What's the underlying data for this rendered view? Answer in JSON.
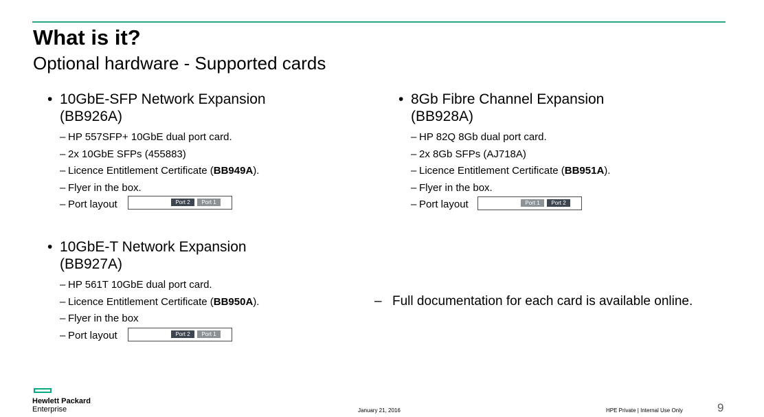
{
  "slide": {
    "title": "What is it?",
    "subtitle": "Optional hardware - Supported cards",
    "bullet_glyph": "•",
    "dash_glyph": "–",
    "note": "Full documentation for each card is available online."
  },
  "cards": [
    {
      "name_line1": "10GbE-SFP Network Expansion",
      "name_line2": "(BB926A)",
      "items": [
        {
          "text": "HP 557SFP+ 10GbE dual port card."
        },
        {
          "text": "2x 10GbE SFPs (455883)"
        },
        {
          "prefix": "Licence Entitlement Certificate (",
          "bold": "BB949A",
          "suffix": ")."
        },
        {
          "text": "Flyer in the box."
        }
      ],
      "port_label": "Port layout",
      "ports": [
        "Port 2",
        "Port 1"
      ]
    },
    {
      "name_line1": "8Gb Fibre Channel Expansion",
      "name_line2": "(BB928A)",
      "items": [
        {
          "text": "HP 82Q 8Gb dual port card."
        },
        {
          "text": "2x 8Gb SFPs (AJ718A)"
        },
        {
          "prefix": "Licence Entitlement Certificate (",
          "bold": "BB951A",
          "suffix": ")."
        },
        {
          "text": "Flyer in the box."
        }
      ],
      "port_label": "Port layout",
      "ports": [
        "Port 1",
        "Port 2"
      ]
    },
    {
      "name_line1": "10GbE-T Network Expansion",
      "name_line2": "(BB927A)",
      "items": [
        {
          "text": "HP 561T 10GbE dual port card."
        },
        {
          "prefix": "Licence Entitlement Certificate (",
          "bold": "BB950A",
          "suffix": ")."
        },
        {
          "text": "Flyer in the box"
        }
      ],
      "port_label": "Port layout",
      "ports": [
        "Port 2",
        "Port 1"
      ]
    }
  ],
  "footer": {
    "logo_line1": "Hewlett Packard",
    "logo_line2": "Enterprise",
    "date": "January 21, 2016",
    "classification": "HPE Private | Internal Use Only",
    "page_number": "9"
  },
  "colors": {
    "accent": "#01a982",
    "rule": "#2ba58a",
    "port_active": "#3d4650",
    "port_inactive": "#8d9297"
  }
}
